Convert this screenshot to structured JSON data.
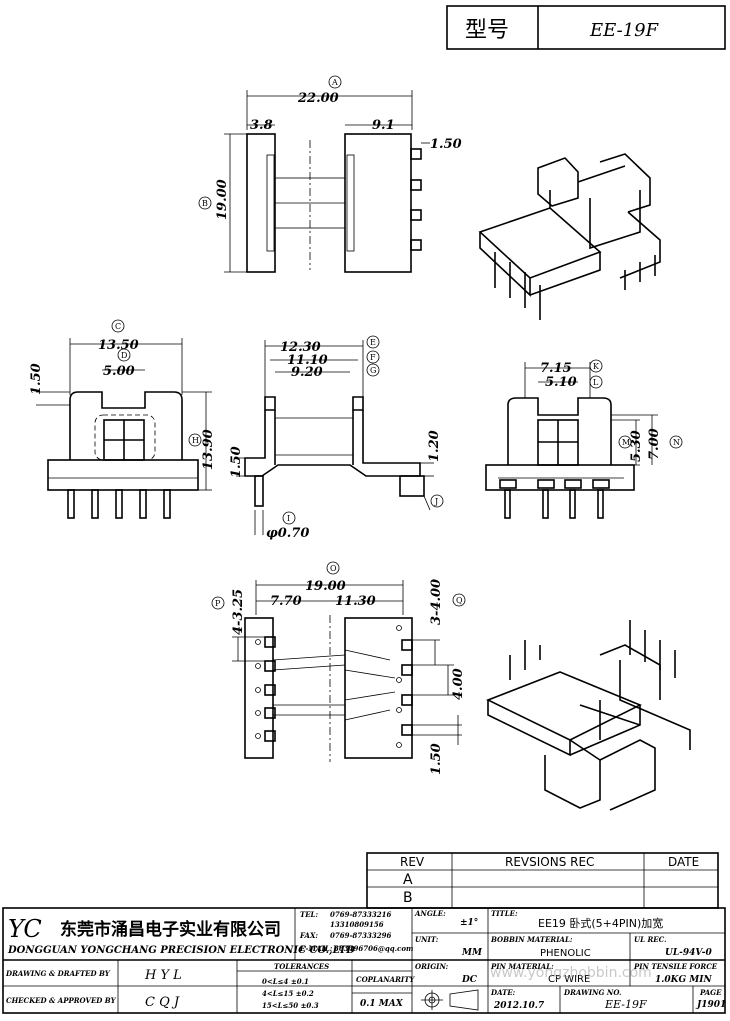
{
  "header": {
    "model_label": "型号",
    "model_value": "EE-19F"
  },
  "dims": {
    "a": "22.00",
    "a_left": "3.8",
    "a_right": "9.1",
    "pin_w": "1.50",
    "height_b": "19.00",
    "c": "13.50",
    "d": "5.00",
    "side_left": "1.50",
    "h": "13.90",
    "e": "12.30",
    "f": "11.10",
    "g": "9.20",
    "mid_left": "1.50",
    "mid_right": "1.20",
    "pin_dia": "φ0.70",
    "k": "7.15",
    "l": "5.10",
    "m": "5.30",
    "n": "7.00",
    "o": "19.00",
    "o_left": "7.70",
    "o_right": "11.30",
    "p": "4-3.25",
    "q": "3-4.00",
    "pitch": "4.00",
    "bottom_left": "1.50"
  },
  "callouts": [
    "A",
    "B",
    "C",
    "D",
    "E",
    "F",
    "G",
    "H",
    "I",
    "J",
    "K",
    "L",
    "M",
    "N",
    "O",
    "P",
    "Q"
  ],
  "revisions": {
    "col_rev": "REV",
    "col_rec": "REVSIONS REC",
    "col_date": "DATE",
    "rows": [
      "A",
      "B"
    ]
  },
  "titleblock": {
    "logo": "YC",
    "company_cn": "东莞市涌昌电子实业有限公司",
    "company_en": "DONGGUAN YONGCHANG PRECISION ELECTRONIC CO.,LTD",
    "tel_label": "TEL:",
    "tel_value": "0769-87333216",
    "tel_value2": "13310809156",
    "fax_label": "FAX:",
    "fax_value": "0769-87333296",
    "email_label": "E-MAIL:",
    "email_value": "363496706@qq.com",
    "angle_label": "ANGLE:",
    "angle_value": "±1°",
    "title_label": "TITLE:",
    "title_value": "EE19 卧式(5+4PIN)加宽",
    "unit_label": "UNIT:",
    "unit_value": "MM",
    "bobbin_label": "BOBBIN MATERIAL:",
    "bobbin_value": "PHENOLIC",
    "ul_label": "UL REC.",
    "ul_value": "UL-94V-0",
    "origin_label": "ORIGIN:",
    "origin_value": "DC",
    "pin_label": "PIN MATERIAL:",
    "pin_value": "CP WIRE",
    "tensile_label": "PIN TENSILE FORCE",
    "tensile_value": "1.0KG MIN",
    "drawn_label": "DRAWING & DRAFTED BY",
    "drawn_value": "H Y L",
    "checked_label": "CHECKED & APPROVED BY",
    "checked_value": "C Q J",
    "tol_label": "TOLERANCES",
    "tol1": "0<L≤4   ±0.1",
    "tol2": "4<L≤15  ±0.2",
    "tol3": "15<L≤50 ±0.3",
    "cop_label": "COPLANARITY",
    "cop_value": "0.1 MAX",
    "date_label": "DATE:",
    "date_value": "2012.10.7",
    "drawing_no_label": "DRAWING NO.",
    "drawing_no_value": "EE-19F",
    "page_label": "PAGE",
    "page_value": "J1901",
    "watermark": "www.yongzhobbin.com"
  }
}
